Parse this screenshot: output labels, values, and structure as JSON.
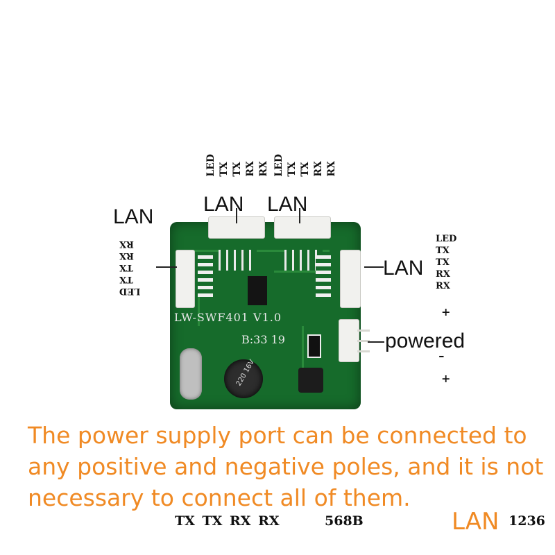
{
  "top_connector_left": {
    "pin_labels": [
      "LED",
      "TX",
      "TX",
      "RX",
      "RX"
    ],
    "title": "LAN"
  },
  "top_connector_right": {
    "pin_labels": [
      "LED",
      "TX",
      "TX",
      "RX",
      "RX"
    ],
    "title": "LAN"
  },
  "left_connector": {
    "title": "LAN",
    "pin_labels": [
      "RX",
      "RX",
      "TX",
      "TX",
      "LED"
    ]
  },
  "right_connector": {
    "title": "LAN",
    "pin_labels": [
      "LED",
      "TX",
      "TX",
      "RX",
      "RX"
    ]
  },
  "power_connector": {
    "title": "powered",
    "plus_top": "+",
    "minus": "-",
    "plus_bottom": "+"
  },
  "board": {
    "model": "LW-SWF401 V1.0",
    "batch": "B:33 19",
    "capacitor": "220 16V"
  },
  "caption": "The power supply port can be connected to any positive and negative poles, and it is not necessary to connect all of them.",
  "bottom_row": {
    "pins": "TX TX RX RX",
    "standard": "568B",
    "lan": "LAN",
    "order": "1236"
  },
  "colors": {
    "caption": "#f08a24",
    "pcb": "#166b2b"
  }
}
